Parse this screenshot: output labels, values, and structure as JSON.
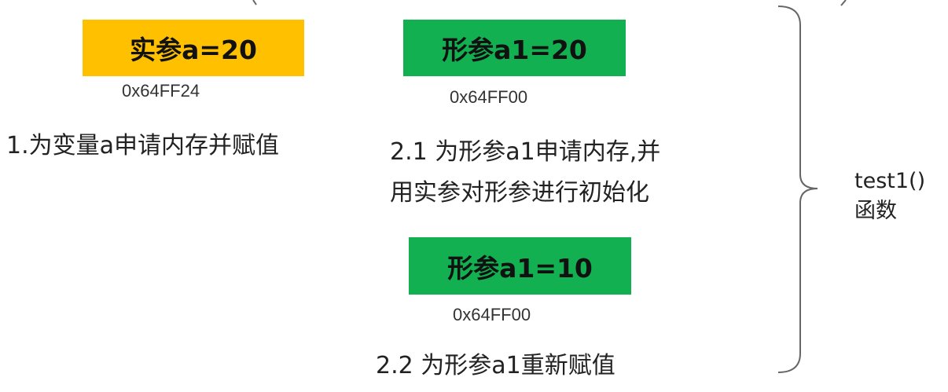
{
  "colors": {
    "actual_param_box": "#FFC000",
    "formal_param_box": "#12B050",
    "brace_stroke": "#666666"
  },
  "step1": {
    "box_label": "实参a=20",
    "address": "0x64FF24",
    "description": "1.为变量a申请内存并赋值"
  },
  "step2_1": {
    "box_label": "形参a1=20",
    "address": "0x64FF00",
    "description_lines": [
      "2.1 为形参a1申请内存,并",
      "用实参对形参进行初始化"
    ]
  },
  "step2_2": {
    "box_label": "形参a1=10",
    "address": "0x64FF00",
    "description": "2.2 为形参a1重新赋值"
  },
  "brace_label": {
    "lines": [
      "test1()",
      "函数"
    ]
  }
}
